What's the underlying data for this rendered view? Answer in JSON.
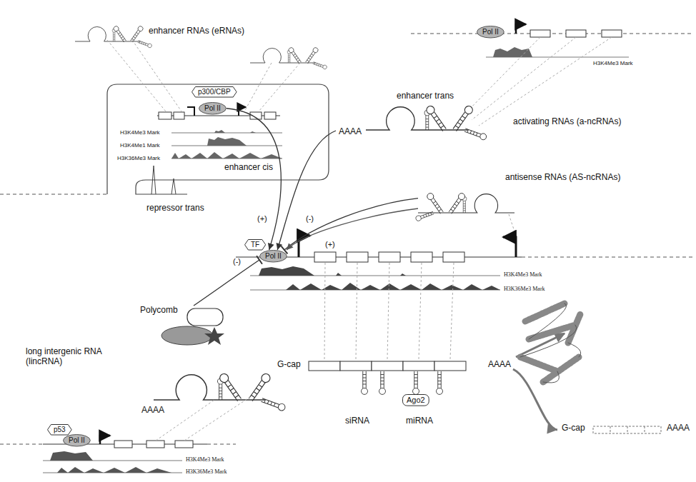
{
  "diagram": {
    "nodes": [
      {
        "text": [
          "p300/CBP"
        ]
      },
      {
        "text": [
          "Pol II"
        ]
      },
      {
        "text": [
          "Pol II"
        ]
      },
      {
        "text": [
          "AAAA",
          "activating RNAs (a-ncRNAs)"
        ]
      },
      {
        "text": [
          "antisense RNAs (AS-ncRNAs)"
        ]
      },
      {
        "text": [
          "TF"
        ]
      },
      {
        "text": [
          "Pol II"
        ]
      },
      {
        "text": [
          "Polycomb"
        ]
      },
      {
        "text": [
          "long intergenic RNA (lincRNA)",
          "AAAA"
        ]
      },
      {
        "text": [
          "p53"
        ]
      },
      {
        "text": [
          "Pol II"
        ]
      },
      {
        "text": [
          "G-cap",
          "AAAA"
        ]
      },
      {
        "text": [
          "Ago2"
        ]
      },
      {
        "text": [
          "G-cap",
          "AAAA"
        ]
      }
    ],
    "edges": [
      {
        "from": 1,
        "to": 6,
        "arrow": "to",
        "label": "enhancer cis"
      },
      {
        "from": 3,
        "to": 6,
        "arrow": "to",
        "label": "enhancer trans"
      },
      {
        "from": 4,
        "to": 6,
        "arrow": "to"
      },
      {
        "from": 4,
        "to": 6,
        "arrow": "to"
      },
      {
        "from": 7,
        "to": 6,
        "arrow": "to",
        "label": "repressor trans"
      },
      {
        "from": 11,
        "to": 13,
        "arrow": "to"
      }
    ],
    "labels": [
      "enhancer RNAs (eRNAs)",
      "H3K4Me3 Mark",
      "H3K4Me1 Mark",
      "H3K36Me3 Mark",
      "H3K4Me3 Mark",
      "(+)",
      "(-)",
      "(+)",
      "(-)",
      "H3K4Me3 Mark",
      "H3K36Me3 Mark",
      "H3K4Me3 Mark",
      "H3K36Me3 Mark",
      "siRNA",
      "miRNA"
    ]
  }
}
